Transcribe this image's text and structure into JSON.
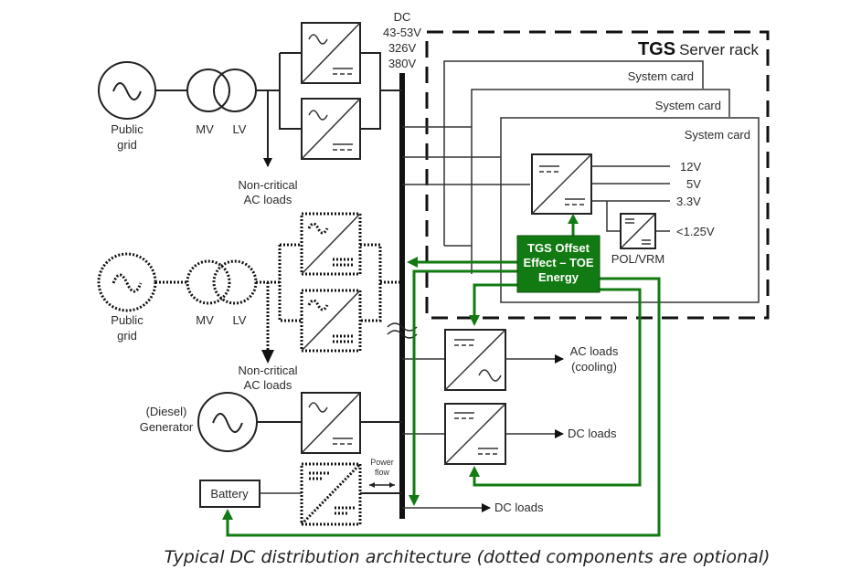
{
  "diagram": {
    "caption": "Typical DC distribution architecture (dotted components are optional)",
    "bus": {
      "title": "DC",
      "voltages": [
        "43-53V",
        "326V",
        "380V"
      ]
    },
    "sources": {
      "grid_main": {
        "label_line1": "Public",
        "label_line2": "grid",
        "optional": false
      },
      "transformer_main": {
        "mv": "MV",
        "lv": "LV",
        "optional": false
      },
      "noncritical_main": {
        "line1": "Non-critical",
        "line2": "AC loads"
      },
      "grid_optional": {
        "label_line1": "Public",
        "label_line2": "grid",
        "optional": true
      },
      "transformer_optional": {
        "mv": "MV",
        "lv": "LV",
        "optional": true
      },
      "noncritical_optional": {
        "line1": "Non-critical",
        "line2": "AC loads"
      },
      "generator": {
        "line1": "(Diesel)",
        "line2": "Generator"
      },
      "battery": {
        "label": "Battery"
      },
      "power_flow": {
        "line1": "Power",
        "line2": "flow"
      }
    },
    "rack": {
      "brand": "TGS",
      "title": "Server rack",
      "cards": [
        "System card",
        "System card",
        "System card"
      ],
      "outputs": [
        "12V",
        "5V",
        "3.3V",
        "<1.25V"
      ],
      "pol_label": "POL/VRM"
    },
    "toe": {
      "line1": "TGS Offset",
      "line2": "Effect – TOE",
      "line3": "Energy",
      "color": "#127a12"
    },
    "loads": {
      "ac_cooling_line1": "AC loads",
      "ac_cooling_line2": "(cooling)",
      "dc_loads_1": "DC loads",
      "dc_loads_2": "DC loads"
    }
  }
}
